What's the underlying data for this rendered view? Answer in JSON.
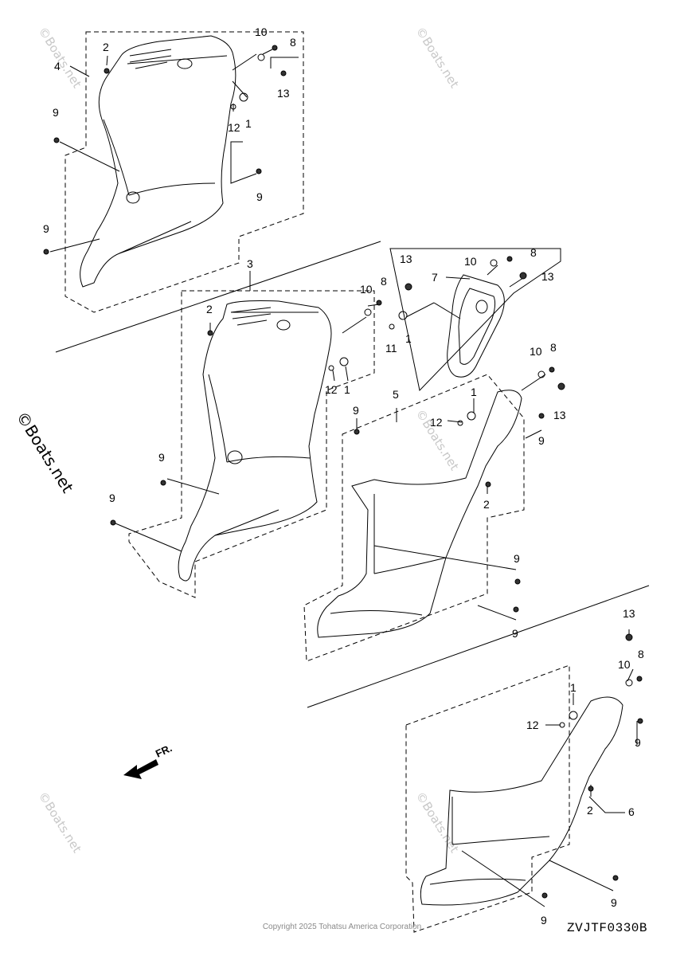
{
  "diagram": {
    "callouts": {
      "c4": "4",
      "c2a": "2",
      "c10a": "10",
      "c8a": "8",
      "c13a": "13",
      "c1a": "1",
      "c12a": "12",
      "c9a": "9",
      "c9b": "9",
      "c9c": "9",
      "c3": "3",
      "c2b": "2",
      "c10b": "10",
      "c8b": "8",
      "c12b": "12",
      "c1b": "1",
      "c9d": "9",
      "c9e": "9",
      "c9f": "9",
      "c13b": "13",
      "c10c": "10",
      "c8c": "8",
      "c7": "7",
      "c13c": "13",
      "c11": "11",
      "c1c": "1",
      "c10d": "10",
      "c8d": "8",
      "c13d": "13",
      "c5": "5",
      "c1d": "1",
      "c12c": "12",
      "c9g": "9",
      "c2c": "2",
      "c9h": "9",
      "c9i": "9",
      "c13e": "13",
      "c10e": "10",
      "c8e": "8",
      "c1e": "1",
      "c12d": "12",
      "c9j": "9",
      "c2d": "2",
      "c6": "6",
      "c9k": "9",
      "c9l": "9"
    },
    "front_indicator": "FR.",
    "watermarks": [
      "©Boats.net",
      "©Boats.net",
      "©Boats.net",
      "©Boats.net",
      "©Boats.net"
    ],
    "side_watermark": "©Boats.net",
    "copyright": "Copyright 2025 Tohatsu America Corporation",
    "diagram_code": "ZVJTF0330B"
  }
}
